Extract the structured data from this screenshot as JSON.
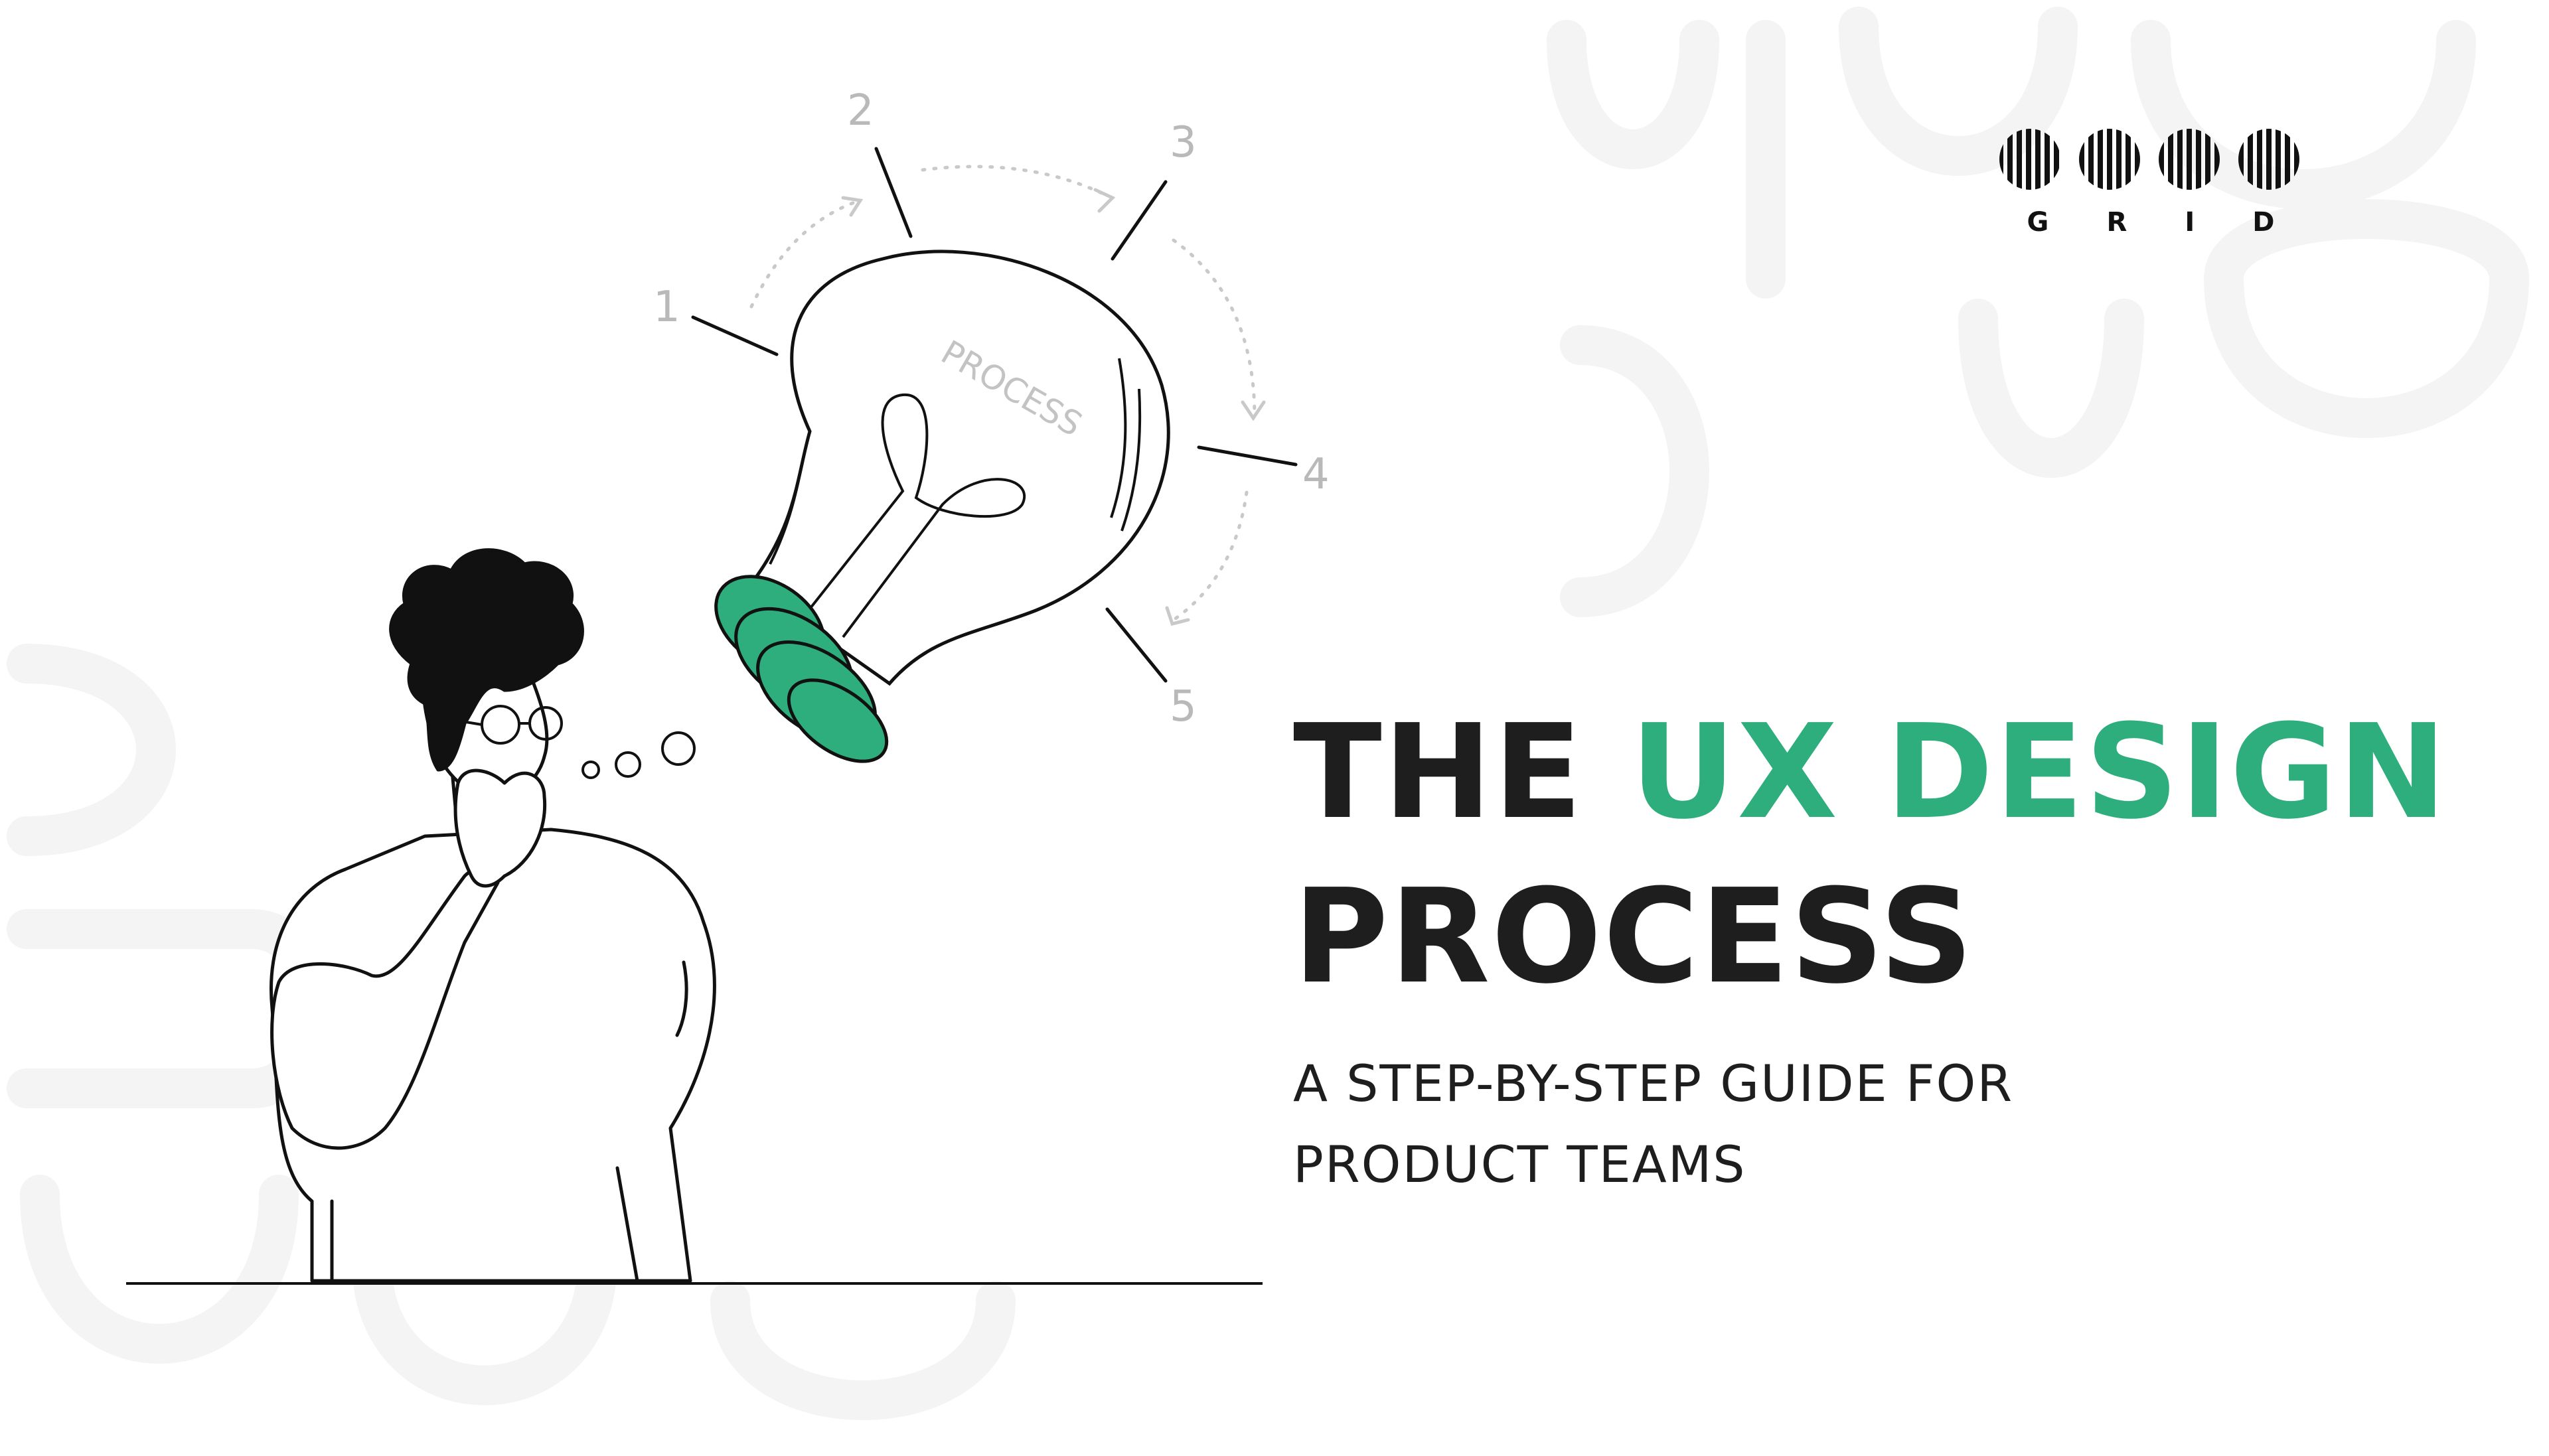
{
  "title": {
    "line1_plain": "THE",
    "line1_accent": "UX DESIGN",
    "line2": "PROCESS"
  },
  "subtitle": {
    "line1": "A STEP-BY-STEP GUIDE FOR",
    "line2": "PRODUCT TEAMS"
  },
  "logo": {
    "letters": [
      "G",
      "R",
      "I",
      "D"
    ]
  },
  "illustration": {
    "bulb_label": "PROCESS",
    "step_numbers": [
      "1",
      "2",
      "3",
      "4",
      "5"
    ]
  },
  "colors": {
    "accent": "#2eae7d",
    "text": "#1e1e1e",
    "line": "#111111",
    "muted": "#b9b9b9"
  }
}
